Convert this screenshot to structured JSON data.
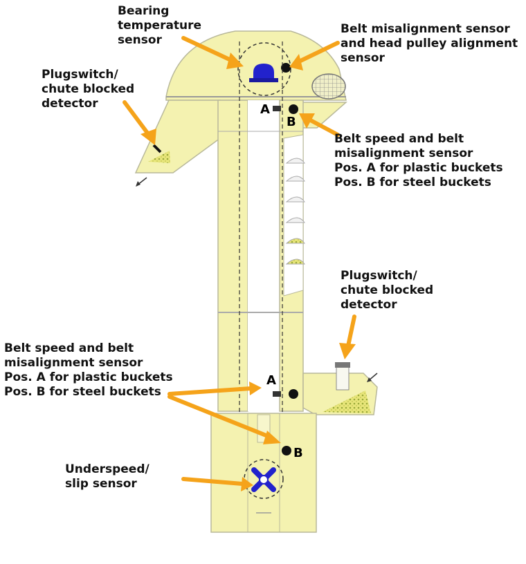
{
  "labels": {
    "bearing_temp": "Bearing\ntemperature\nsensor",
    "belt_misalign_head": "Belt misalignment sensor\nand head pulley alignment\nsensor",
    "plugswitch_top": "Plugswitch/\nchute blocked\ndetector",
    "belt_speed_top": "Belt speed and belt\nmisalignment sensor\nPos. A for plastic buckets\nPos. B for steel buckets",
    "plugswitch_right": "Plugswitch/\nchute blocked\ndetector",
    "belt_speed_bottom": "Belt speed and belt\nmisalignment sensor\nPos. A for plastic buckets\nPos. B for steel buckets",
    "underspeed": "Underspeed/\nslip sensor"
  },
  "positions": {
    "top_a": "A",
    "top_b": "B",
    "bottom_a": "A",
    "bottom_b": "B"
  },
  "colors": {
    "body_fill": "#f4f2b0",
    "outline": "#b8b89a",
    "arrow": "#f5a31a",
    "sensor_blue": "#2222cc",
    "dash": "#333333"
  }
}
